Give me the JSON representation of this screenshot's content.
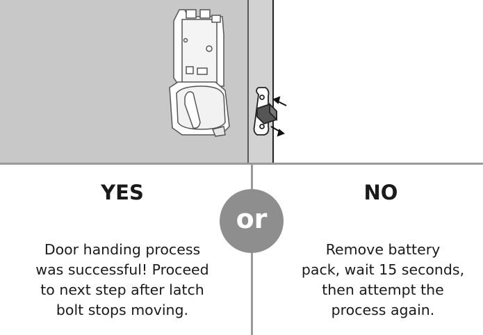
{
  "yes": {
    "heading": "YES",
    "lines": [
      "Door handing process",
      "was successful! Proceed",
      "to next step after latch",
      "bolt stops moving."
    ]
  },
  "divider": {
    "label": "or"
  },
  "no": {
    "heading": "NO",
    "lines": [
      "Remove battery",
      "pack, wait 15 seconds,",
      "then attempt the",
      "process again."
    ]
  },
  "colors": {
    "door": "#c8c8c8",
    "badge": "#8e8e8e",
    "divider": "#9a9a9a",
    "text": "#1a1a1a"
  }
}
